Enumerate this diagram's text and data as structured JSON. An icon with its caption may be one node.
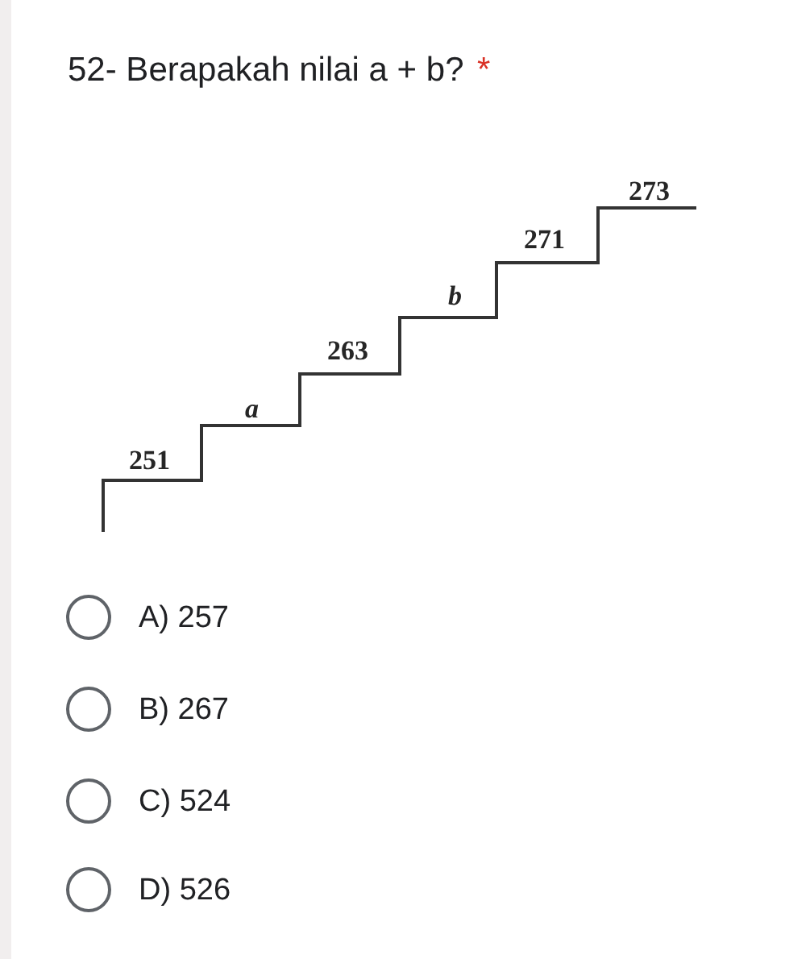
{
  "diagram": {
    "title": "52- Berapakah nilai a + b?",
    "labels": [
      "*",
      "273",
      "271",
      "b",
      "263",
      "a",
      "251",
      "A) 257",
      "B) 267",
      "C) 524",
      "D) 526"
    ]
  }
}
